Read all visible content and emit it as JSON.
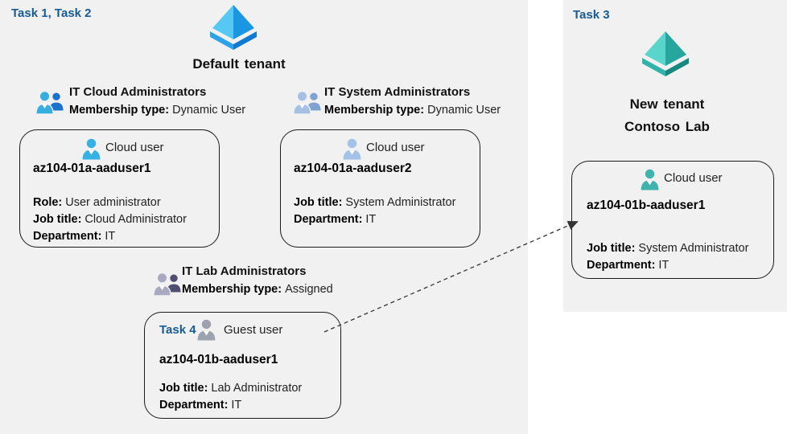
{
  "colors": {
    "panel_bg": "#f1f1f1",
    "task_label": "#175a94",
    "card_border": "#1a1a1a",
    "arrow": "#333333",
    "tenant_blue": {
      "face_light": "#55c8f3",
      "face_dark": "#1b96e3",
      "band_light": "#2ba2ea",
      "band_dark": "#0f7ad0"
    },
    "tenant_teal": {
      "face_light": "#5ad5cb",
      "face_dark": "#27a69d",
      "band_light": "#32b3a9",
      "band_dark": "#17887f"
    },
    "group_cloud": {
      "front": "#36aee0",
      "back": "#1b72ce"
    },
    "group_system": {
      "front": "#a6c0e4",
      "back": "#7fa2d0"
    },
    "group_lab": {
      "front": "#a9a9c4",
      "back": "#4e4e73"
    },
    "user_cloud1": "#35b1e3",
    "user_cloud2": "#a3c2e8",
    "user_guest": "#9ca2ae",
    "user_new_tenant": "#3fb3ac"
  },
  "left_panel": {
    "task_label": "Task 1, Task 2",
    "tenant_name": "Default tenant"
  },
  "right_panel": {
    "task_label": "Task 3",
    "tenant_name_line1": "New tenant",
    "tenant_name_line2": "Contoso Lab"
  },
  "groups": [
    {
      "name": "IT Cloud Administrators",
      "membership_label": "Membership type:",
      "membership_value": "Dynamic User"
    },
    {
      "name": "IT System Administrators",
      "membership_label": "Membership type:",
      "membership_value": "Dynamic User"
    },
    {
      "name": "IT Lab Administrators",
      "membership_label": "Membership type:",
      "membership_value": "Assigned"
    }
  ],
  "cards": {
    "cloud1": {
      "type_label": "Cloud user",
      "name": "az104-01a-aaduser1",
      "fields": [
        {
          "label": "Role:",
          "value": "User administrator"
        },
        {
          "label": "Job title:",
          "value": "Cloud Administrator"
        },
        {
          "label": "Department:",
          "value": "IT"
        }
      ]
    },
    "cloud2": {
      "type_label": "Cloud user",
      "name": "az104-01a-aaduser2",
      "fields": [
        {
          "label": "Job title:",
          "value": "System Administrator"
        },
        {
          "label": "Department:",
          "value": "IT"
        }
      ]
    },
    "guest": {
      "task_label": "Task 4",
      "type_label": "Guest user",
      "name": "az104-01b-aaduser1",
      "fields": [
        {
          "label": "Job title:",
          "value": "Lab Administrator"
        },
        {
          "label": "Department:",
          "value": "IT"
        }
      ]
    },
    "new_tenant_user": {
      "type_label": "Cloud user",
      "name": "az104-01b-aaduser1",
      "fields": [
        {
          "label": "Job title:",
          "value": "System Administrator"
        },
        {
          "label": "Department:",
          "value": "IT"
        }
      ]
    }
  }
}
